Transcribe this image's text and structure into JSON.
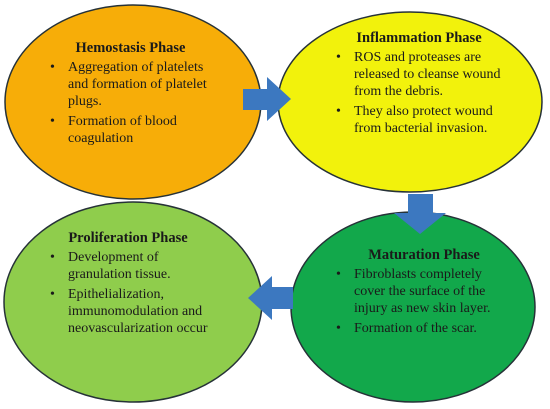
{
  "colors": {
    "hemostasis": "#f7ad08",
    "inflammation": "#f2f20c",
    "proliferation": "#8fcd4c",
    "maturation": "#12a84b",
    "arrow": "#3c78c0",
    "outline": "#263238"
  },
  "phases": {
    "hemostasis": {
      "title": "Hemostasis Phase",
      "bullets": [
        "Aggregation of platelets and formation of platelet plugs.",
        "Formation of blood coagulation"
      ]
    },
    "inflammation": {
      "title": "Inflammation Phase",
      "bullets": [
        "ROS and proteases are released to cleanse wound  from the debris.",
        "They also protect wound  from bacterial invasion."
      ]
    },
    "proliferation": {
      "title": "Proliferation Phase",
      "bullets": [
        "Development of granulation tissue.",
        "Epithelialization, immunomodulation and neovascularization occur"
      ]
    },
    "maturation": {
      "title": "Maturation Phase",
      "bullets": [
        "Fibroblasts completely cover the surface of the injury as new skin layer.",
        "Formation of the scar."
      ]
    }
  },
  "arrows": [
    "right",
    "down",
    "left"
  ]
}
